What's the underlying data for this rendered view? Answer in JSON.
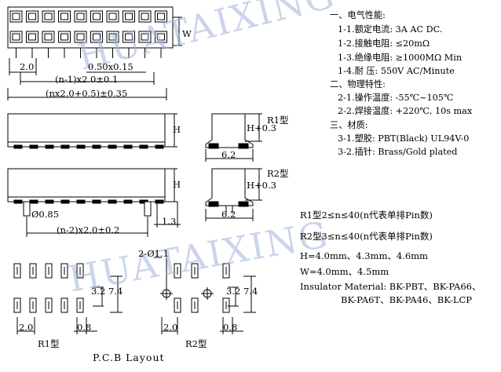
{
  "watermark": "HUATAIXING",
  "specs": {
    "section1_title": "一、电气性能:",
    "rated_current": "1-1.额定电流:  3A AC DC.",
    "contact_resistance": "1-2.接触电阻:  ≤20mΩ",
    "insulation_resistance": "1-3.绝缘电阻:  ≥1000MΩ  Min",
    "withstand_voltage": "1-4.耐    压:  550V AC/Minute",
    "section2_title": "二、物理特性:",
    "operating_temp": "2-1.操作温度:  -55℃~105℃",
    "soldering_temp": "2-2.焊接温度:  +220℃, 10s max",
    "section3_title": "三、材质:",
    "plastic": "3-1.塑胶: PBT(Black) UL94V-0",
    "pins": "3-2.插针: Brass/Gold plated"
  },
  "notes": {
    "r1_range": "R1型2≤n≤40(n代表单排Pin数)",
    "r2_range": "R2型3≤n≤40(n代表单排Pin数)",
    "h_values": "H=4.0mm、4.3mm、4.6mm",
    "w_values": "W=4.0mm、4.5mm",
    "insulator_line1": "Insulator Material: BK-PBT、BK-PA66、",
    "insulator_line2": "BK-PA6T、BK-PA46、BK-LCP"
  },
  "dims": {
    "w": "W",
    "pitch_20": "2.0",
    "tol_050": "0.50x0.15",
    "n_minus1": "(n-1)x2.0±0.1",
    "overall": "(nx2.0+0.5)±0.35",
    "h": "H",
    "h_plus": "H+0.3",
    "side_width": "6.2",
    "pin_dia": "Ø0.85",
    "n_minus2": "(n-2)x2.0±0.2",
    "offset_13": "1.3",
    "hole": "2-Ø1.1",
    "pcb_32": "3.2",
    "pcb_74": "7.4",
    "pcb_08": "0.8"
  },
  "labels": {
    "r1": "R1型",
    "r2": "R2型",
    "r1_pcb": "R1型",
    "r2_pcb": "R2型",
    "pcb_layout": "P.C.B Layout"
  }
}
